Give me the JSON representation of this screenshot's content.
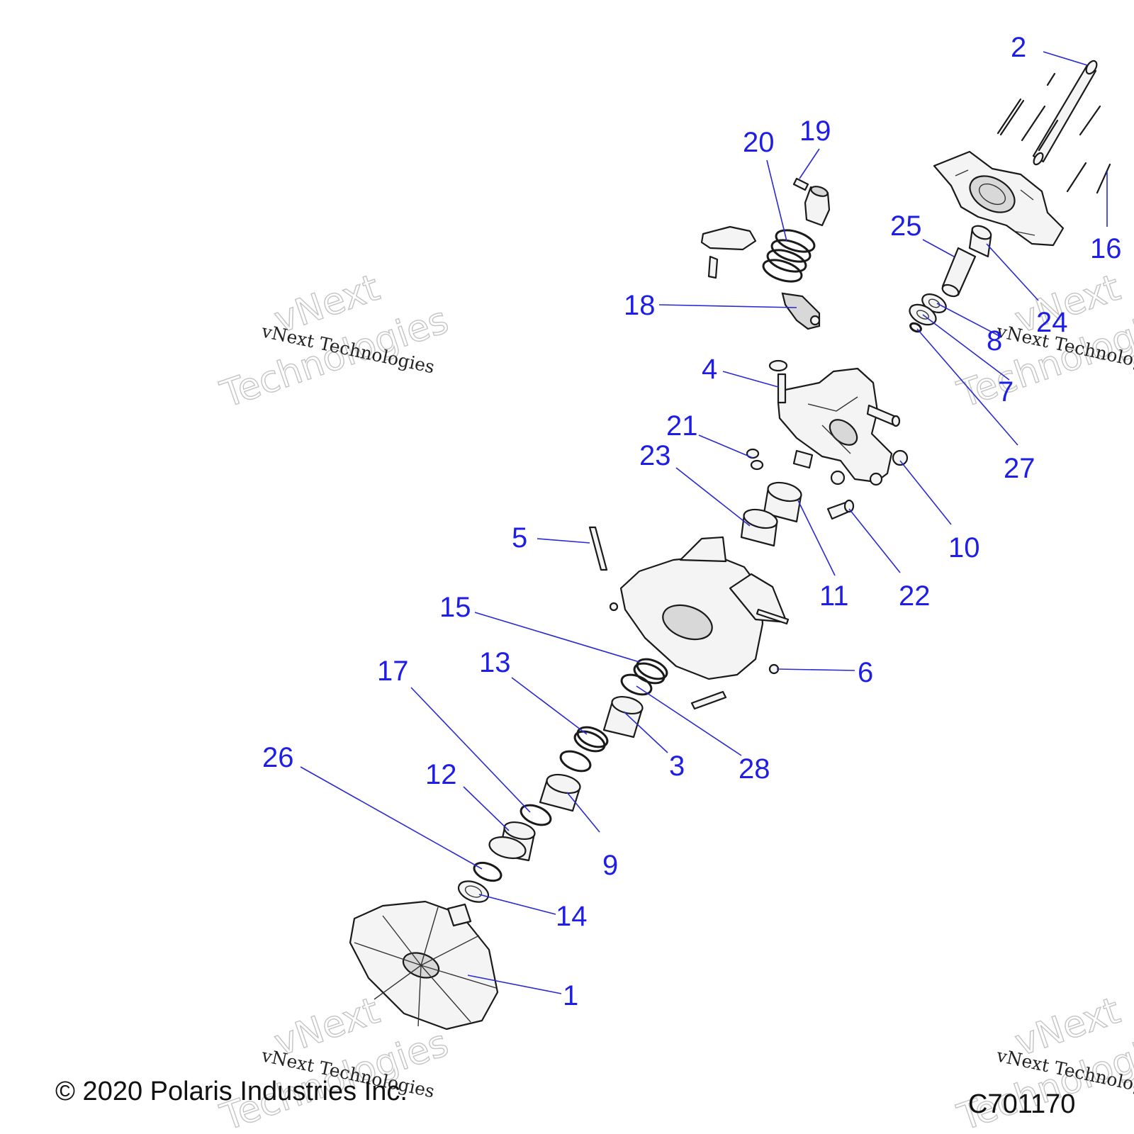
{
  "callouts": [
    {
      "id": "1",
      "label": "1"
    },
    {
      "id": "2",
      "label": "2"
    },
    {
      "id": "3",
      "label": "3"
    },
    {
      "id": "4",
      "label": "4"
    },
    {
      "id": "5",
      "label": "5"
    },
    {
      "id": "6",
      "label": "6"
    },
    {
      "id": "7",
      "label": "7"
    },
    {
      "id": "8",
      "label": "8"
    },
    {
      "id": "9",
      "label": "9"
    },
    {
      "id": "10",
      "label": "10"
    },
    {
      "id": "11",
      "label": "11"
    },
    {
      "id": "12",
      "label": "12"
    },
    {
      "id": "13",
      "label": "13"
    },
    {
      "id": "14",
      "label": "14"
    },
    {
      "id": "15",
      "label": "15"
    },
    {
      "id": "16",
      "label": "16"
    },
    {
      "id": "17",
      "label": "17"
    },
    {
      "id": "18",
      "label": "18"
    },
    {
      "id": "19",
      "label": "19"
    },
    {
      "id": "20",
      "label": "20"
    },
    {
      "id": "21",
      "label": "21"
    },
    {
      "id": "22",
      "label": "22"
    },
    {
      "id": "23",
      "label": "23"
    },
    {
      "id": "24",
      "label": "24"
    },
    {
      "id": "25",
      "label": "25"
    },
    {
      "id": "26",
      "label": "26"
    },
    {
      "id": "27",
      "label": "27"
    },
    {
      "id": "28",
      "label": "28"
    }
  ],
  "watermark": {
    "big_line1": "vNext",
    "big_line2": "Technologies",
    "small": "vNext Technologies"
  },
  "footer": {
    "copyright": "© 2020 Polaris Industries Inc.",
    "drawing_code": "C701170"
  },
  "colors": {
    "callout": "#1e1ee6",
    "line_art": "#1a1a1a",
    "watermark": "#c4c4c4"
  }
}
